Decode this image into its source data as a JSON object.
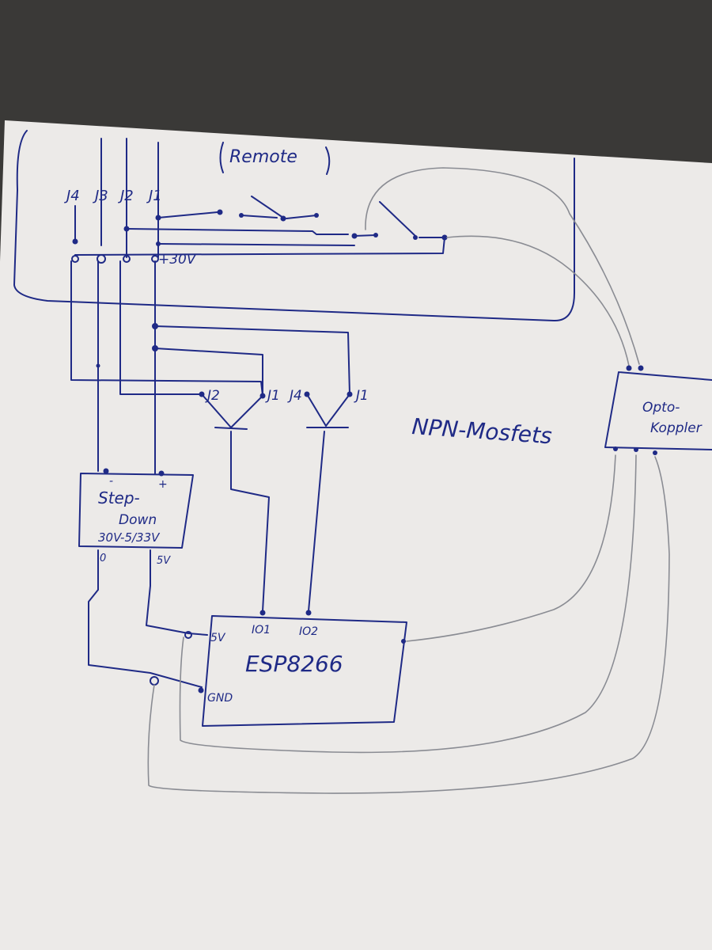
{
  "title": "Remote",
  "remote": {
    "pins": [
      "J4",
      "J3",
      "J2",
      "J1"
    ],
    "supply_label": "+30V"
  },
  "transistors": {
    "caption": "NPN-Mosfets",
    "left_pins": [
      "J2",
      "J1"
    ],
    "right_pins": [
      "J4",
      "J1"
    ]
  },
  "optocoupler": {
    "line1": "Opto-",
    "line2": "Koppler"
  },
  "stepdown": {
    "minus": "-",
    "plus": "+",
    "line1": "Step-",
    "line2": "Down",
    "line3": "30V-5/33V",
    "out_gnd": "0",
    "out_5v": "5V"
  },
  "esp": {
    "name": "ESP8266",
    "io1": "IO1",
    "io2": "IO2",
    "v5": "5V",
    "gnd": "GND"
  }
}
